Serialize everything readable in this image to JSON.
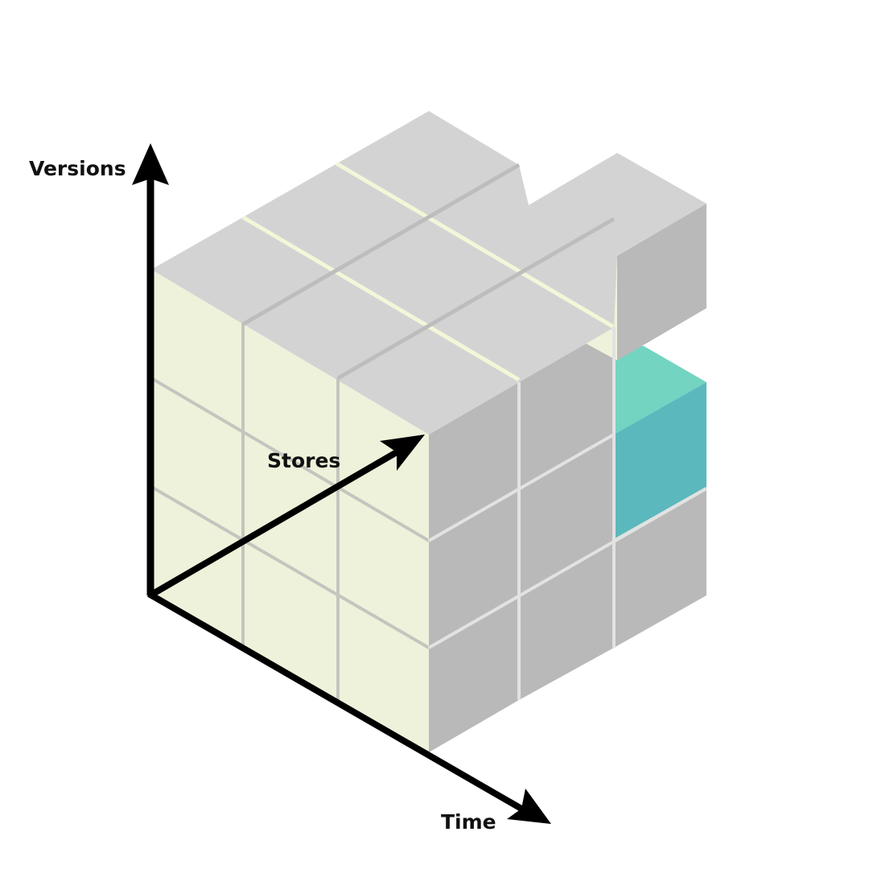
{
  "axes": {
    "vertical_label": "Versions",
    "depth_label": "Stores",
    "horizontal_label": "Time"
  },
  "colors": {
    "top_face": "#d4d3d4",
    "front_face": "#eef2da",
    "right_face": "#b9b9b9",
    "front_gap": "#c5c5bf",
    "top_gap": "#f3f6d8",
    "right_gap": "#e2e2e2",
    "highlight_top": "#72d4c1",
    "highlight_right": "#5bb8bd",
    "axis": "#000000"
  }
}
